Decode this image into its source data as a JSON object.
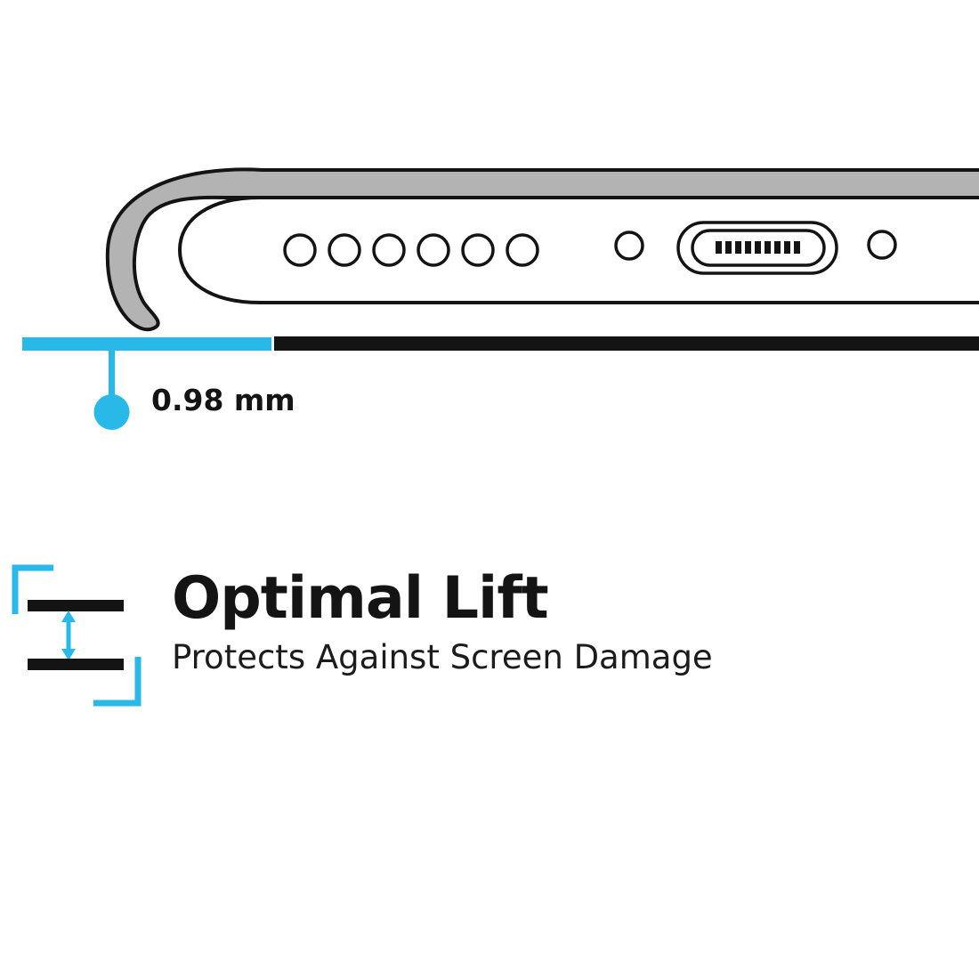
{
  "illustration": {
    "measurement_label": "0.98 mm"
  },
  "feature": {
    "title": "Optimal Lift",
    "subtitle": "Protects Against Screen Damage"
  },
  "icons": [
    "phone-bottom-edge-illustration",
    "case-lip-icon",
    "speaker-holes-icon",
    "screw-icon",
    "charging-port-icon",
    "surface-line",
    "measurement-marker-icon",
    "lift-gap-icon",
    "double-arrow-icon"
  ],
  "colors": {
    "accent": "#29b9e8",
    "line": "#141414",
    "case_gray": "#b3b3b3"
  }
}
